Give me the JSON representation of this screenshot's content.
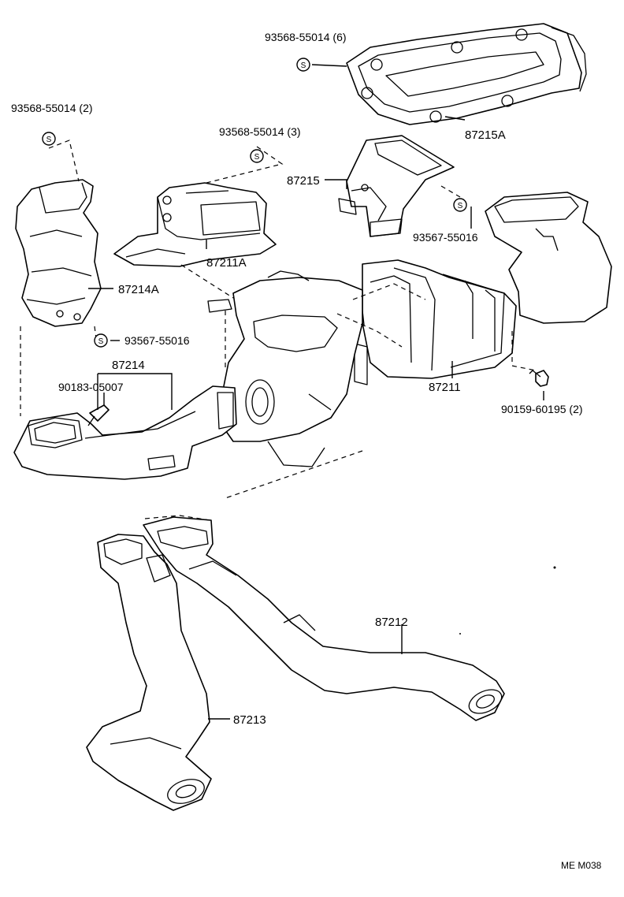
{
  "labels": {
    "p93568_55014_6": "93568-55014 (6)",
    "p93568_55014_2": "93568-55014 (2)",
    "p93568_55014_3": "93568-55014 (3)",
    "p87215A": "87215A",
    "p87215": "87215",
    "p87211A": "87211A",
    "p93567_55016_right": "93567-55016",
    "p87214A": "87214A",
    "p93567_55016_left": "93567-55016",
    "p87214": "87214",
    "p90183_05007": "90183-05007",
    "p87211": "87211",
    "p90159_60195_2": "90159-60195 (2)",
    "p87212": "87212",
    "p87213": "87213"
  },
  "symbol_letter": "S",
  "figure_code": "ME M038"
}
